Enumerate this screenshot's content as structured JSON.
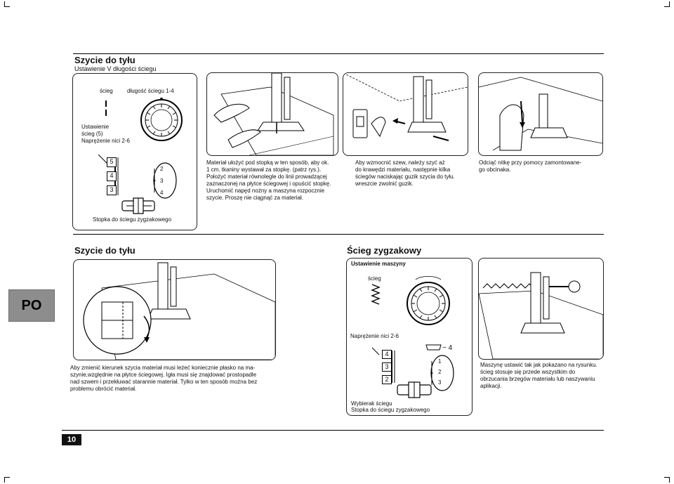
{
  "tab": {
    "label": "PO"
  },
  "page": {
    "number": "10"
  },
  "top": {
    "title": "Szycie do tyłu",
    "subtitle": "Ustawienie V długości ściegu",
    "panel1": {
      "label_stitch": "ścieg",
      "label_length": "długość ściegu 1-4",
      "label_setting": "Ustawienie",
      "label_setting2": "ścieg (5)",
      "label_tension": "Naprężenie nici 2-6",
      "dial_numbers": [
        "2",
        "3",
        "4"
      ],
      "stack_numbers": [
        "5",
        "4",
        "3"
      ],
      "foot_caption": "Stopka do ściegu zygzakowego"
    },
    "captions": [
      [
        "Materiał ułożyć pod stopką w ten sposób, aby ok.",
        "1 cm. tkaniny wystawał za stopkę. (patrz rys.).",
        "Położyć materiał równolegle do linii prowadzącej",
        "zaznaczonej na płytce ściegowej i opuścić stopkę.",
        "Uruchomić napęd nożny a maszyna rozpocznie",
        "szycie. Proszę nie ciągnąć za materiał."
      ],
      [
        "Aby wzmocnić szew, należy szyć aż",
        "do krawędzi materiału, następnie kilka",
        "ściegów naciskając guzik szycia do tyłu.",
        "wreszcie zwolnić guzik."
      ],
      [
        "Odciąć nitkę przy pomocy zamontowane-",
        "go obcinaka."
      ]
    ]
  },
  "bottom_left": {
    "title": "Szycie do tyłu",
    "caption": [
      "Aby zmienić kierunek szycia materiał musi leżeć koniecznie płasko na ma-",
      "szynie,względnie na płytce ściegowej. Igła musi się znajdować prostopadle",
      "nad szwem i przekłuwać starannie materiał. Tylko w ten sposób można bez",
      "problemu obrócić materiał."
    ]
  },
  "bottom_right": {
    "title": "Ścieg zygzakowy",
    "panel": {
      "header": "Ustawienie maszyny",
      "label_stitch": "ścieg",
      "label_tension": "Naprężenie nici 2-6",
      "width_marker": "~ 4",
      "dial_numbers": [
        "1",
        "2",
        "3"
      ],
      "stack_numbers": [
        "4",
        "3",
        "2"
      ],
      "selector_caption": "Wybierak ściegu",
      "foot_caption": "Stopka do ściegu zygzakowego"
    },
    "caption": [
      "Maszynę ustawić tak jak pokazano na rysunku.",
      "ścieg stosuje się przede wszystkim do",
      "obrzucania brzegów materiału lub naszywaniu",
      "aplikacji."
    ]
  }
}
